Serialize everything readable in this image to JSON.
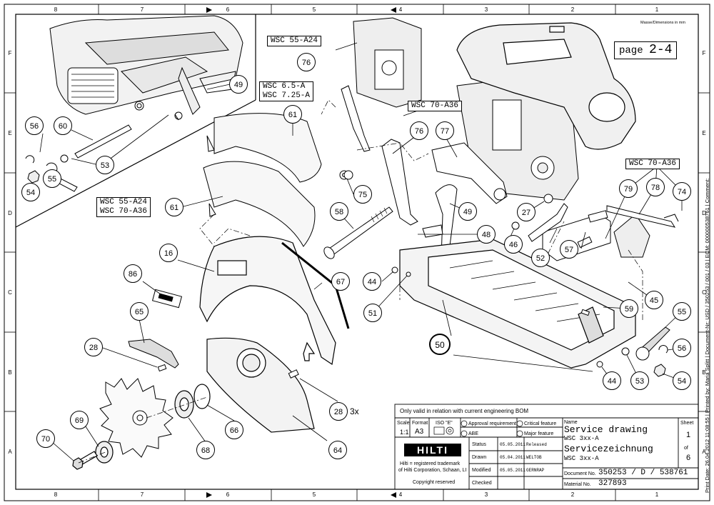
{
  "frame": {
    "columns": [
      "8",
      "7",
      "6",
      "5",
      "4",
      "3",
      "2",
      "1"
    ],
    "rows": [
      "F",
      "E",
      "D",
      "C",
      "B",
      "A"
    ],
    "dimensions_note": "Masse/Dimensions in mm"
  },
  "page_ref": {
    "label": "page",
    "value": "2-4"
  },
  "model_labels": {
    "wsc_55_a24_top": "WSC 55-A24",
    "wsc_65_a": "WSC 6.5-A",
    "wsc_725_a": "WSC 7.25-A",
    "wsc_70_a36_mid": "WSC 70-A36",
    "wsc_70_a36_right": "WSC 70-A36",
    "wsc_55_a24_left": "WSC 55-A24",
    "wsc_70_a36_left": "WSC 70-A36"
  },
  "note_3x": "3x",
  "callouts": [
    "49",
    "56",
    "60",
    "53",
    "55",
    "54",
    "76",
    "61",
    "61",
    "75",
    "58",
    "16",
    "86",
    "65",
    "28",
    "69",
    "70",
    "68",
    "66",
    "67",
    "28",
    "64",
    "76",
    "77",
    "27",
    "49",
    "48",
    "46",
    "52",
    "57",
    "79",
    "78",
    "74",
    "44",
    "51",
    "50",
    "59",
    "45",
    "55",
    "56",
    "53",
    "54",
    "44"
  ],
  "title_block": {
    "validity": "Only valid in relation with current engineering BOM",
    "scale_label": "Scale",
    "scale_value": "1:1",
    "format_label": "Format",
    "format_value": "A3",
    "iso_label": "ISO \"E\"",
    "approval": "Approval requirement",
    "abe": "ABE",
    "critical": "Critical feature",
    "major": "Major feature",
    "name_label": "Name",
    "sheet_label": "Sheet",
    "sheet_value": "1",
    "of_label": "of",
    "of_value": "6",
    "title_en": "Service drawing",
    "title_en_model": "WSC 3xx-A",
    "title_de": "Servicezeichnung",
    "title_de_model": "WSC 3xx-A",
    "logo": "HILTI",
    "trademark_1": "Hilti = registered trademark",
    "trademark_2": "of Hilti Corporation, Schaan, LI",
    "copyright": "Copyright reserved",
    "status_label": "Status",
    "status_date": "05.05.2011",
    "status_value": "Released",
    "drawn_label": "Drawn",
    "drawn_date": "05.04.2011",
    "drawn_value": "WELTOB",
    "modified_label": "Modified",
    "modified_date": "05.05.2011",
    "modified_value": "GERNRAP",
    "checked_label": "Checked",
    "doc_label": "Document No.",
    "doc_value": "350253 / D / 538761",
    "mat_label": "Material No.",
    "mat_value": "327893"
  },
  "side_text": "Print Date: 26.04.2012 11:08:55 | Printed by: Maria Splitt | Document-Nr: USD / 350253 / 001 / 03 | ECM: 000000538761 | Comment:"
}
